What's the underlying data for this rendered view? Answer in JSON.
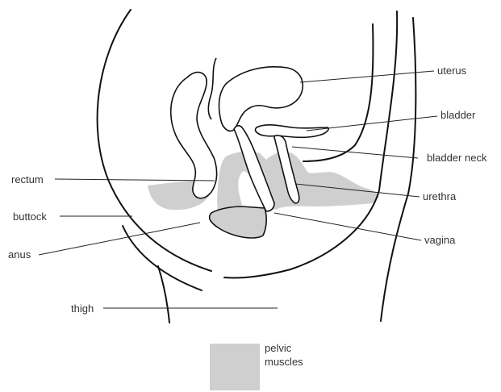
{
  "labels": {
    "uterus": "uterus",
    "bladder": "bladder",
    "bladder_neck": "bladder neck",
    "urethra": "urethra",
    "vagina": "vagina",
    "rectum": "rectum",
    "buttock": "buttock",
    "anus": "anus",
    "thigh": "thigh"
  },
  "legend": {
    "line1": "pelvic",
    "line2": "muscles",
    "swatch_color": "#cfcfcf"
  },
  "colors": {
    "muscle_fill": "#cfcfcf",
    "outline": "#111111",
    "label_text": "#333333"
  }
}
